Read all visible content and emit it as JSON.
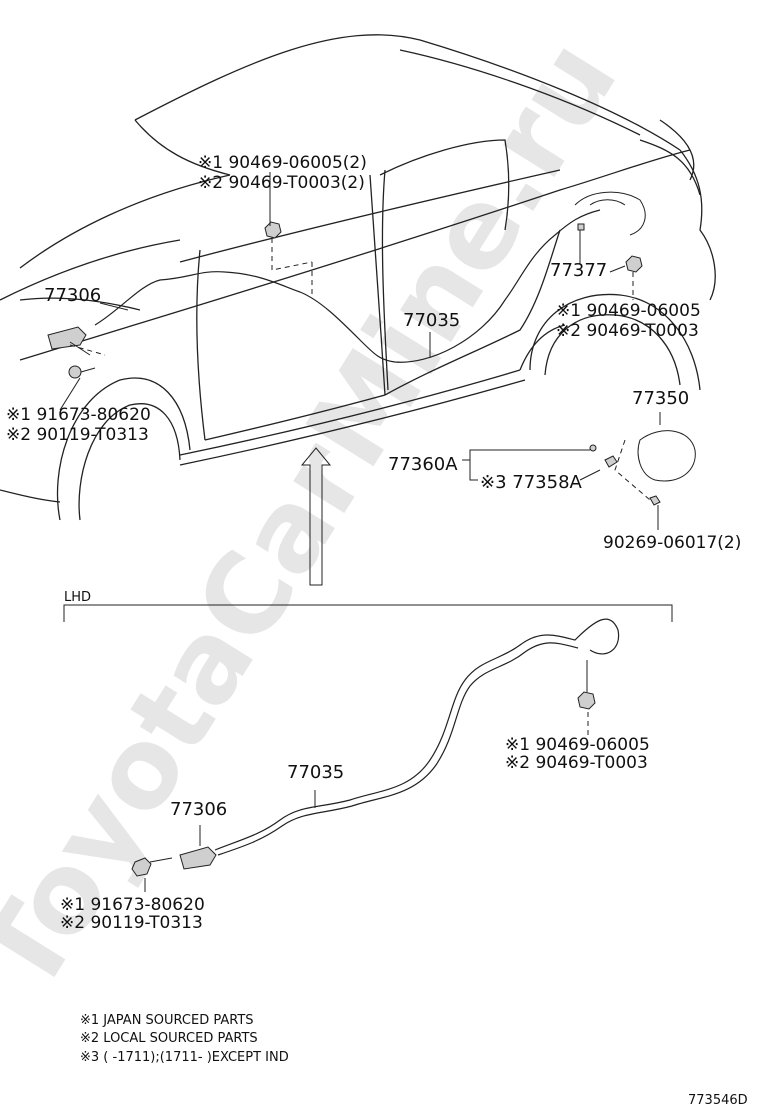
{
  "watermark": "ToyotaCarMine.ru",
  "diagram_id": "773546D",
  "section_label": "LHD",
  "upper": {
    "callout_center": {
      "line1": "※1 90469-06005(2)",
      "line2": "※2 90469-T0003(2)"
    },
    "p77306": "77306",
    "bolt_left": {
      "line1": "※1 91673-80620",
      "line2": "※2 90119-T0313"
    },
    "p77035": "77035",
    "p77377": "77377",
    "callout_right": {
      "line1": "※1 90469-06005",
      "line2": "※2 90469-T0003"
    },
    "p77350": "77350",
    "p77360A": "77360A",
    "p77358A": "※3 77358A",
    "p90269": "90269-06017(2)"
  },
  "lower": {
    "p77035": "77035",
    "p77306": "77306",
    "callout_right": {
      "line1": "※1  90469-06005",
      "line2": "※2  90469-T0003"
    },
    "bolt_left": {
      "line1": "※1 91673-80620",
      "line2": "※2 90119-T0313"
    }
  },
  "notes": [
    "※1 JAPAN SOURCED PARTS",
    "※2 LOCAL SOURCED PARTS",
    "※3 (      -1711);(1711-      )EXCEPT IND"
  ]
}
